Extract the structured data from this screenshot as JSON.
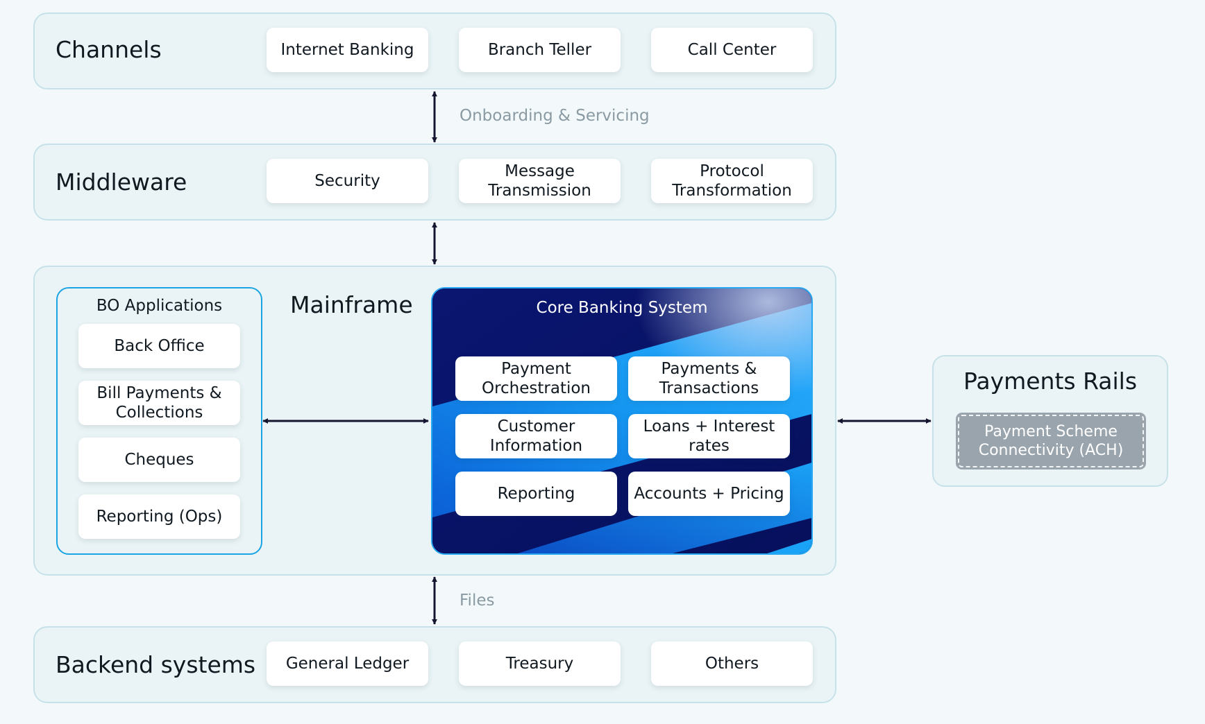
{
  "channels": {
    "title": "Channels",
    "items": [
      "Internet Banking",
      "Branch Teller",
      "Call Center"
    ]
  },
  "flow_labels": {
    "channels_middleware": "Onboarding & Servicing",
    "mainframe_backend": "Files"
  },
  "middleware": {
    "title": "Middleware",
    "items": [
      "Security",
      "Message\nTransmission",
      "Protocol\nTransformation"
    ]
  },
  "mainframe": {
    "title": "Mainframe",
    "bo_applications": {
      "title": "BO Applications",
      "items": [
        "Back Office",
        "Bill Payments &\nCollections",
        "Cheques",
        "Reporting (Ops)"
      ]
    },
    "core_banking": {
      "title": "Core Banking System",
      "items": [
        "Payment\nOrchestration",
        "Payments &\nTransactions",
        "Customer\nInformation",
        "Loans + Interest\nrates",
        "Reporting",
        "Accounts + Pricing"
      ]
    }
  },
  "payments_rails": {
    "title": "Payments Rails",
    "item": "Payment Scheme\nConnectivity (ACH)"
  },
  "backend": {
    "title": "Backend systems",
    "items": [
      "General Ledger",
      "Treasury",
      "Others"
    ]
  },
  "colors": {
    "panel_bg": "#eaf4f6",
    "panel_border": "#c6e2e8",
    "accent_blue": "#1aa4e4",
    "core_dark": "#08116a",
    "arrow": "#151530",
    "muted_text": "#8a9aa3",
    "scheme_gray": "#9aa4ad"
  }
}
